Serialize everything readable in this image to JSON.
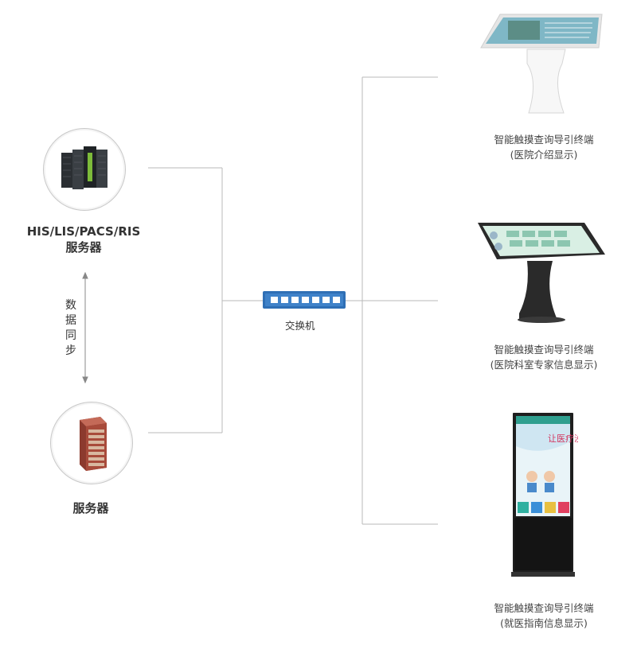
{
  "his_server": {
    "line1": "HIS/LIS/PACS/RIS",
    "line2": "服务器"
  },
  "sync": {
    "chars": [
      "数",
      "据",
      "同",
      "步"
    ]
  },
  "server": {
    "label": "服务器"
  },
  "switch": {
    "label": "交换机"
  },
  "terminals": [
    {
      "name": "智能触摸查询导引终端",
      "detail": "(医院介绍显示)"
    },
    {
      "name": "智能触摸查询导引终端",
      "detail": "(医院科室专家信息显示)"
    },
    {
      "name": "智能触摸查询导引终端",
      "detail": "(就医指南信息显示)"
    }
  ],
  "screen_text": {
    "poster": "让医疗没有距离"
  },
  "colors": {
    "line": "#b9b9b9",
    "switch": "#2f6fb5",
    "kiosk_dark": "#2a2a2a"
  }
}
